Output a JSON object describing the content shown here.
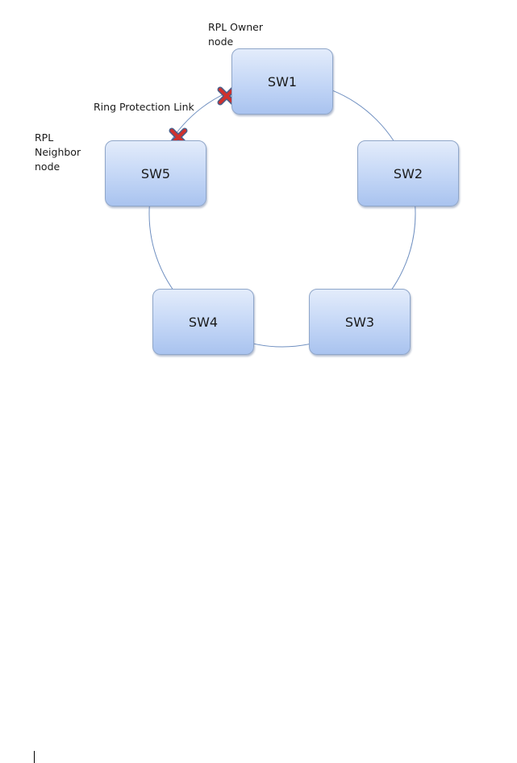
{
  "labels": {
    "rpl_owner": [
      "RPL Owner",
      "node"
    ],
    "rpl_neighbor": [
      "RPL",
      "Neighbor",
      "node"
    ],
    "ring_protection_link": "Ring Protection Link"
  },
  "nodes": [
    {
      "id": "sw1",
      "label": "SW1"
    },
    {
      "id": "sw2",
      "label": "SW2"
    },
    {
      "id": "sw3",
      "label": "SW3"
    },
    {
      "id": "sw4",
      "label": "SW4"
    },
    {
      "id": "sw5",
      "label": "SW5"
    }
  ],
  "icons": {
    "blocked_port": "x-mark-icon"
  },
  "colors": {
    "ring_line": "#6f8fc0",
    "x_fill": "#d0312d",
    "x_outline": "#4a5f8a",
    "node_border": "#8fa6c9"
  }
}
